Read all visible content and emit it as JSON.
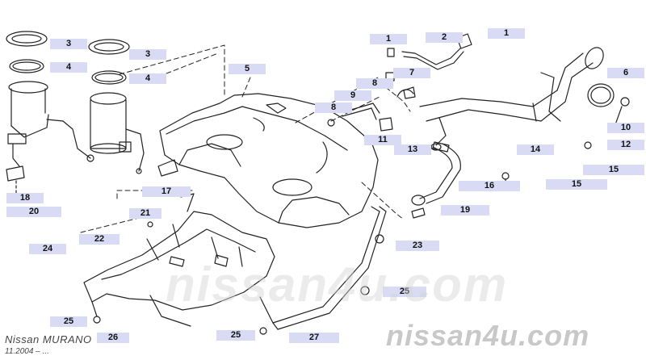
{
  "caption": {
    "model": "Nissan MURANO",
    "date": "11.2004 – ..."
  },
  "watermark": {
    "main": "nissan4u.com",
    "faint": "nissan4u.com"
  },
  "callouts": [
    "3",
    "4",
    "3",
    "4",
    "1",
    "2",
    "1",
    "5",
    "8",
    "7",
    "9",
    "8",
    "6",
    "10",
    "11",
    "12",
    "13",
    "14",
    "15",
    "16",
    "15",
    "19",
    "17",
    "21",
    "18",
    "20",
    "22",
    "24",
    "23",
    "25",
    "25",
    "26",
    "25",
    "27"
  ],
  "colors": {
    "callout_bg": "#d8dbf3",
    "line": "#222222",
    "watermark": "#c8c8c8"
  }
}
